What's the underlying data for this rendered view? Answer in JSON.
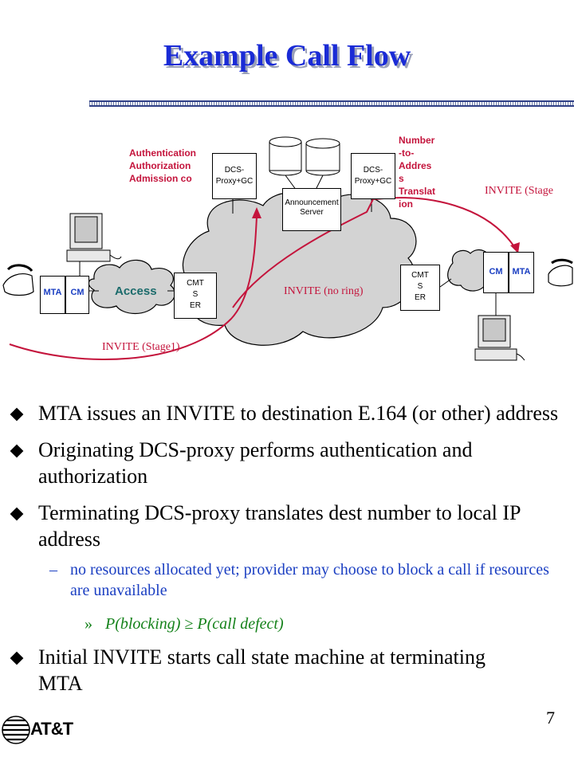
{
  "slide": {
    "title": "Example Call Flow",
    "page_number": "7",
    "logo_text": "AT&T"
  },
  "diagram": {
    "auth_label": [
      "Authentication",
      "Authorization",
      "Admission co"
    ],
    "number_label": [
      "Number",
      "-to-",
      "Addres",
      "s",
      "Translat",
      "ion"
    ],
    "dcs_left": [
      "DCS-",
      "Proxy+GC"
    ],
    "dcs_right": [
      "DCS-",
      "Proxy+GC"
    ],
    "announcement_server": [
      "Announcement",
      "Server"
    ],
    "access_label": "Access",
    "cmts_left": [
      "CMT",
      "S",
      "ER"
    ],
    "cmts_right": [
      "CMT",
      "S",
      "ER"
    ],
    "mta_left": "MTA",
    "cm_left": "CM",
    "cm_right": "CM",
    "mta_right": "MTA",
    "invite_no_ring": "INVITE (no ring)",
    "invite_stage1": "INVITE (Stage1)",
    "invite_stage_right": "INVITE (Stage",
    "colors": {
      "arrow": "#c4143c",
      "box_line": "#000000"
    },
    "icons": [
      "telephone-icon",
      "computer-icon",
      "database-icon",
      "cloud-icon"
    ]
  },
  "bullets": [
    {
      "text": "MTA issues an INVITE to destination E.164 (or other) address"
    },
    {
      "text": "Originating DCS-proxy performs authentication and authorization"
    },
    {
      "text": "Terminating DCS-proxy translates dest number to local IP address"
    }
  ],
  "sub_bullet": {
    "dash": "–",
    "text": "no resources allocated yet; provider may choose to block a call if resources are unavailable"
  },
  "subsub_bullet": {
    "marker": "»",
    "text": "P(blocking) ≥ P(call defect)"
  },
  "last_bullet": {
    "text": "Initial INVITE starts call state machine at terminating MTA"
  }
}
